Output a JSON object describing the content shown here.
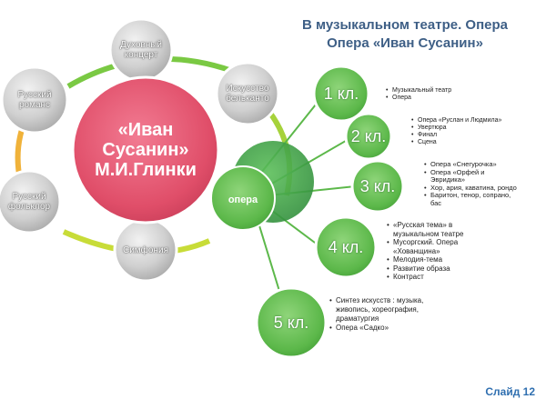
{
  "title": {
    "line1": "В музыкальном театре. Опера",
    "line2": "Опера «Иван Сусанин»"
  },
  "center": {
    "line1": "«Иван",
    "line2": "Сусанин»",
    "line3": "М.И.Глинки"
  },
  "ring_items": [
    {
      "label": "Духовный концерт"
    },
    {
      "label": "Искусство бельканто"
    },
    {
      "label": "Русский романс"
    },
    {
      "label": "Русский фольклор"
    },
    {
      "label": "Симфония"
    }
  ],
  "opera": {
    "label": "опера"
  },
  "grades": [
    {
      "label": "1 кл.",
      "items": [
        "Музыкальный театр",
        "Опера"
      ]
    },
    {
      "label": "2 кл.",
      "items": [
        "Опера «Руслан и Людмила»",
        "Увертюра",
        "Финал",
        "Сцена"
      ]
    },
    {
      "label": "3 кл.",
      "items": [
        "Опера «Снегурочка»",
        "Опера «Орфей и Эвридика»",
        "Хор, ария, каватина, рондо",
        "Баритон, тенор, сопрано, бас"
      ]
    },
    {
      "label": "4 кл.",
      "items": [
        "«Русская тема» в музыкальном театре",
        "Мусоргский. Опера «Хованщина»",
        "Мелодия-тема",
        "Развитие образа",
        "Контраст"
      ]
    },
    {
      "label": "5 кл.",
      "items": [
        "Синтез искусств : музыка, живопись, хореография, драматургия",
        "Опера «Садко»"
      ]
    }
  ],
  "slide": {
    "label": "Слайд 12"
  },
  "colors": {
    "center": "#e04e69",
    "ring_item": "#c9c9c9",
    "grade": "#58b84a",
    "title": "#3e5f86"
  }
}
